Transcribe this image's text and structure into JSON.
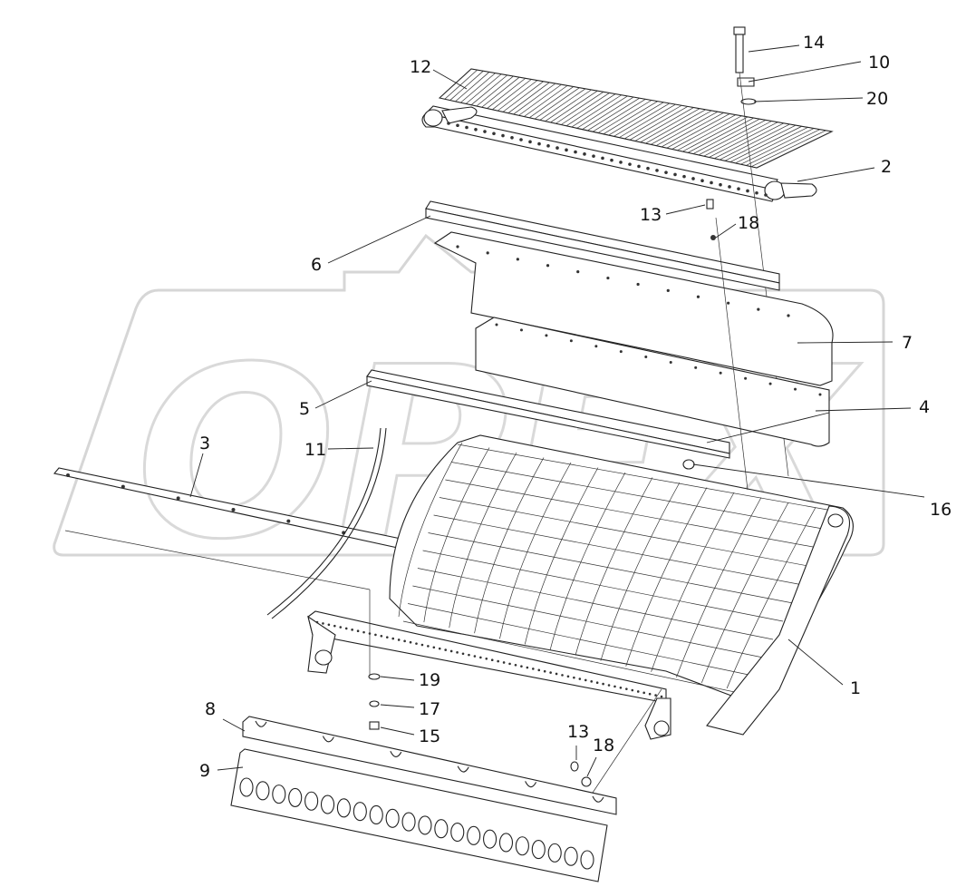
{
  "watermark": {
    "text": "OPEX"
  },
  "callouts": [
    {
      "id": "1",
      "label": "1"
    },
    {
      "id": "2",
      "label": "2"
    },
    {
      "id": "3",
      "label": "3"
    },
    {
      "id": "4",
      "label": "4"
    },
    {
      "id": "5",
      "label": "5"
    },
    {
      "id": "6",
      "label": "6"
    },
    {
      "id": "7",
      "label": "7"
    },
    {
      "id": "8",
      "label": "8"
    },
    {
      "id": "9",
      "label": "9"
    },
    {
      "id": "10",
      "label": "10"
    },
    {
      "id": "11",
      "label": "11"
    },
    {
      "id": "12",
      "label": "12"
    },
    {
      "id": "13a",
      "label": "13"
    },
    {
      "id": "13b",
      "label": "13"
    },
    {
      "id": "14",
      "label": "14"
    },
    {
      "id": "15",
      "label": "15"
    },
    {
      "id": "16",
      "label": "16"
    },
    {
      "id": "17",
      "label": "17"
    },
    {
      "id": "18a",
      "label": "18"
    },
    {
      "id": "18b",
      "label": "18"
    },
    {
      "id": "19",
      "label": "19"
    },
    {
      "id": "20",
      "label": "20"
    }
  ]
}
